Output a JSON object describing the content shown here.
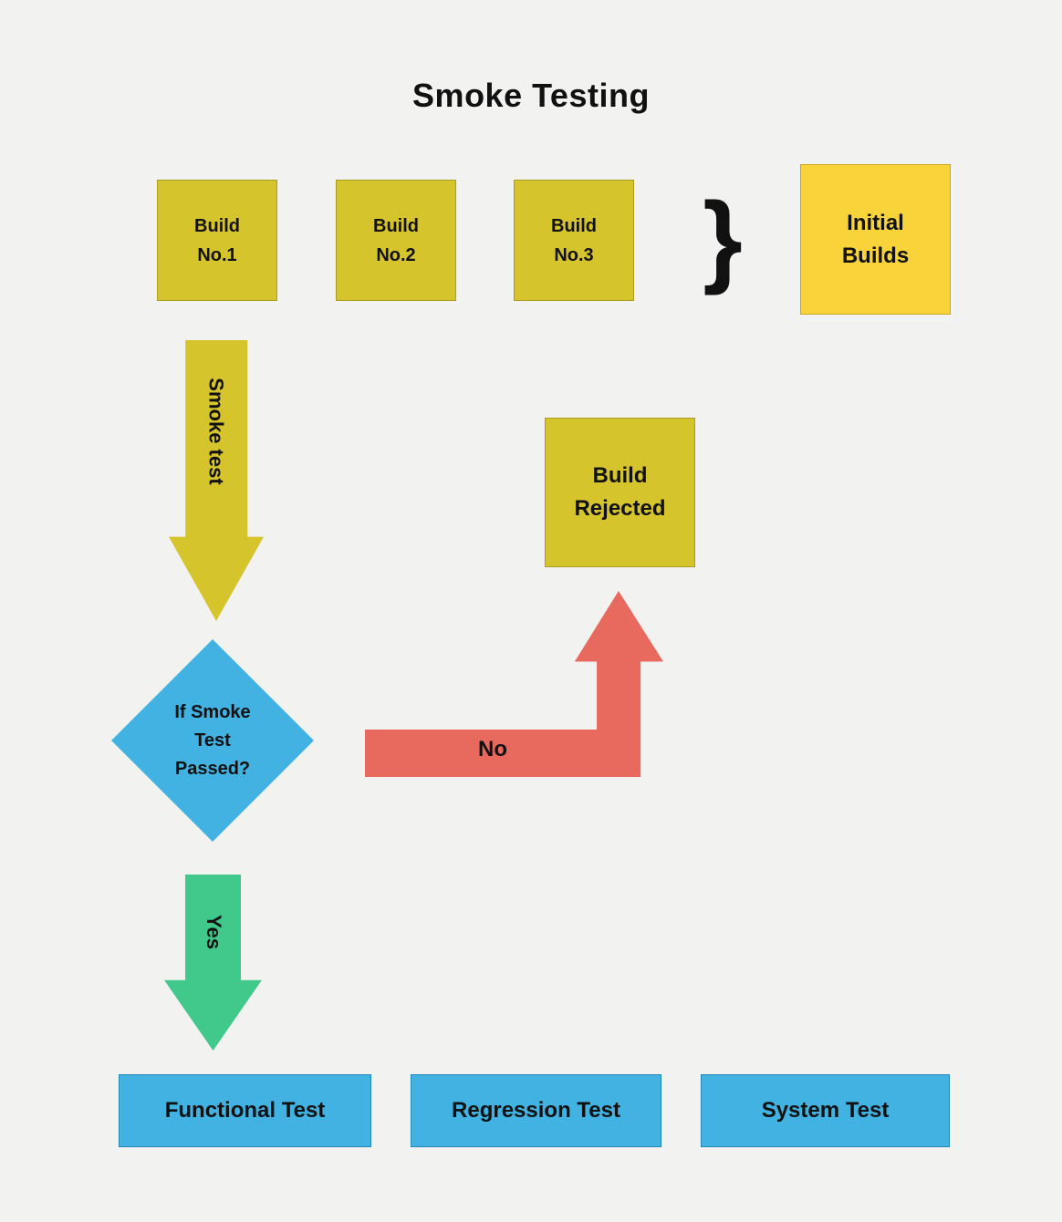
{
  "title": "Smoke Testing",
  "colors": {
    "background": "#f2f2f0",
    "olive": "#d6c42c",
    "olive_border": "#a99c20",
    "yellow": "#f8d43a",
    "yellow_border": "#c8a81c",
    "blue": "#41b2e1",
    "blue_border": "#2387b4",
    "red": "#e86a5e",
    "green": "#41c98c",
    "text": "#111111"
  },
  "builds": [
    "Build\nNo.1",
    "Build\nNo.2",
    "Build\nNo.3"
  ],
  "brace": "}",
  "initial_builds_label": "Initial\nBuilds",
  "smoke_arrow": {
    "label": "Smoke test"
  },
  "decision": {
    "label": "If Smoke\nTest\nPassed?"
  },
  "build_rejected_label": "Build\nRejected",
  "no_arrow": {
    "label": "No"
  },
  "yes_arrow": {
    "label": "Yes"
  },
  "tests": [
    "Functional Test",
    "Regression Test",
    "System Test"
  ]
}
